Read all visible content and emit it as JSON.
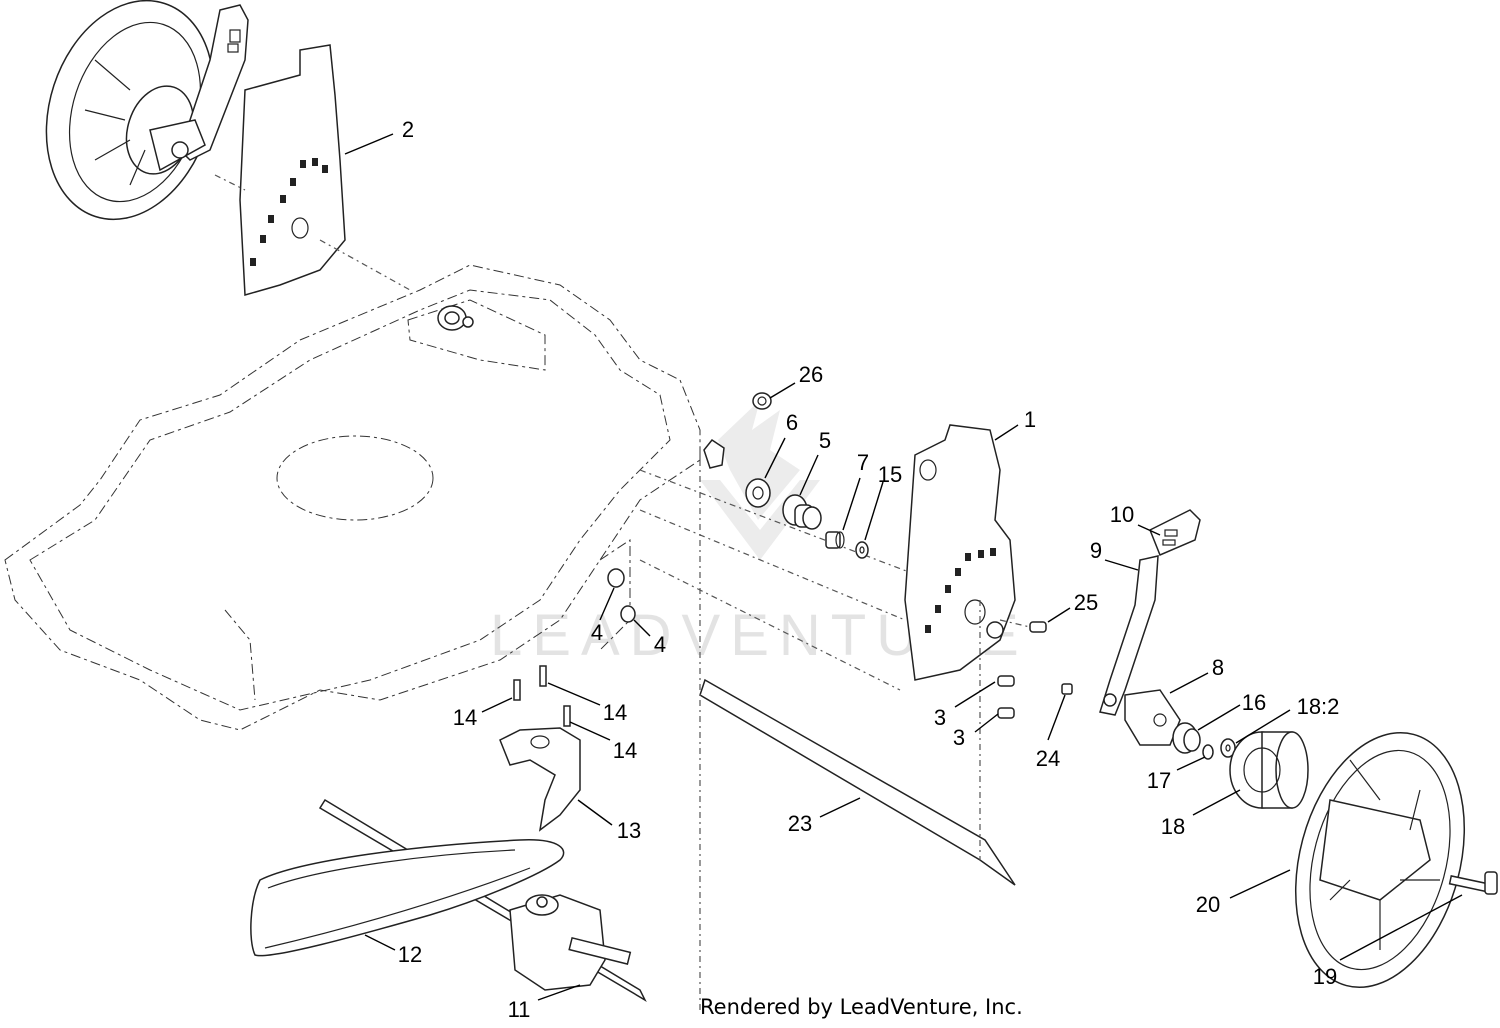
{
  "callouts": [
    {
      "id": "callout-1",
      "text": "1"
    },
    {
      "id": "callout-2",
      "text": "2"
    },
    {
      "id": "callout-3a",
      "text": "3"
    },
    {
      "id": "callout-3b",
      "text": "3"
    },
    {
      "id": "callout-4a",
      "text": "4"
    },
    {
      "id": "callout-4b",
      "text": "4"
    },
    {
      "id": "callout-5",
      "text": "5"
    },
    {
      "id": "callout-6",
      "text": "6"
    },
    {
      "id": "callout-7",
      "text": "7"
    },
    {
      "id": "callout-8",
      "text": "8"
    },
    {
      "id": "callout-9",
      "text": "9"
    },
    {
      "id": "callout-10",
      "text": "10"
    },
    {
      "id": "callout-11",
      "text": "11"
    },
    {
      "id": "callout-12",
      "text": "12"
    },
    {
      "id": "callout-13",
      "text": "13"
    },
    {
      "id": "callout-14a",
      "text": "14"
    },
    {
      "id": "callout-14b",
      "text": "14"
    },
    {
      "id": "callout-14c",
      "text": "14"
    },
    {
      "id": "callout-15",
      "text": "15"
    },
    {
      "id": "callout-16",
      "text": "16"
    },
    {
      "id": "callout-17",
      "text": "17"
    },
    {
      "id": "callout-18a",
      "text": "18:2"
    },
    {
      "id": "callout-18b",
      "text": "18"
    },
    {
      "id": "callout-19",
      "text": "19"
    },
    {
      "id": "callout-20",
      "text": "20"
    },
    {
      "id": "callout-23",
      "text": "23"
    },
    {
      "id": "callout-24",
      "text": "24"
    },
    {
      "id": "callout-25",
      "text": "25"
    },
    {
      "id": "callout-26",
      "text": "26"
    }
  ],
  "footer": {
    "credit": "Rendered by LeadVenture, Inc."
  },
  "watermark": {
    "text": "LEADVENTURE"
  }
}
